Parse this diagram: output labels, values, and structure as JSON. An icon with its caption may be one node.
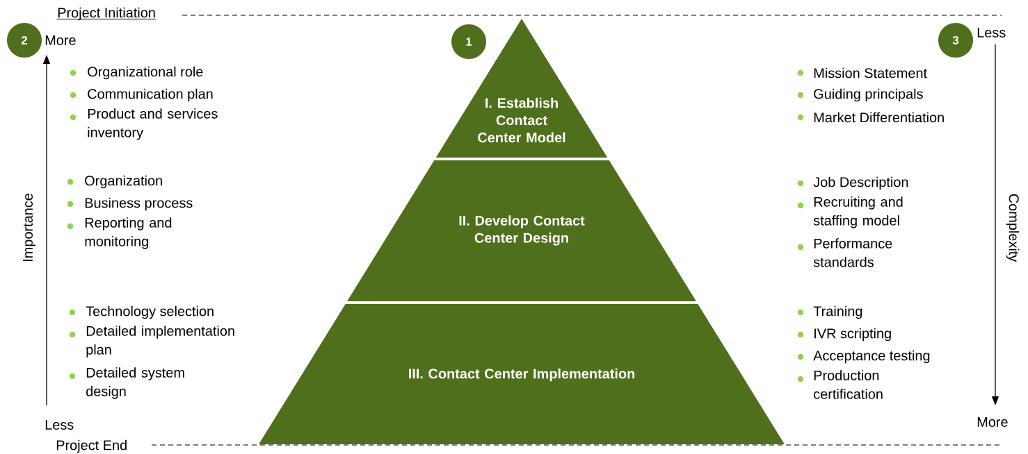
{
  "diagram": {
    "nodes": [
      {
        "text": [
          "2"
        ]
      },
      {
        "text": [
          "1"
        ]
      },
      {
        "text": [
          "3"
        ]
      },
      {
        "text": [
          "I. Establish Contact Center Model"
        ]
      },
      {
        "text": [
          "II. Develop Contact Center Design"
        ]
      },
      {
        "text": [
          "III. Contact Center Implementation"
        ]
      }
    ],
    "labels": [
      "Project Initiation",
      "More",
      "Less",
      "Organizational role",
      "Communication plan",
      "Product and services inventory",
      "Mission Statement",
      "Guiding principals",
      "Market Differentiation",
      "Importance",
      "Organization",
      "Business process",
      "Reporting and monitoring",
      "Complexity",
      "Job Description",
      "Recruiting and staffing model",
      "Performance standards",
      "Technology selection",
      "Detailed implementation plan",
      "Detailed system design",
      "Training",
      "IVR scripting",
      "Acceptance testing",
      "Production certification",
      "Less",
      "More",
      "Project End"
    ]
  }
}
